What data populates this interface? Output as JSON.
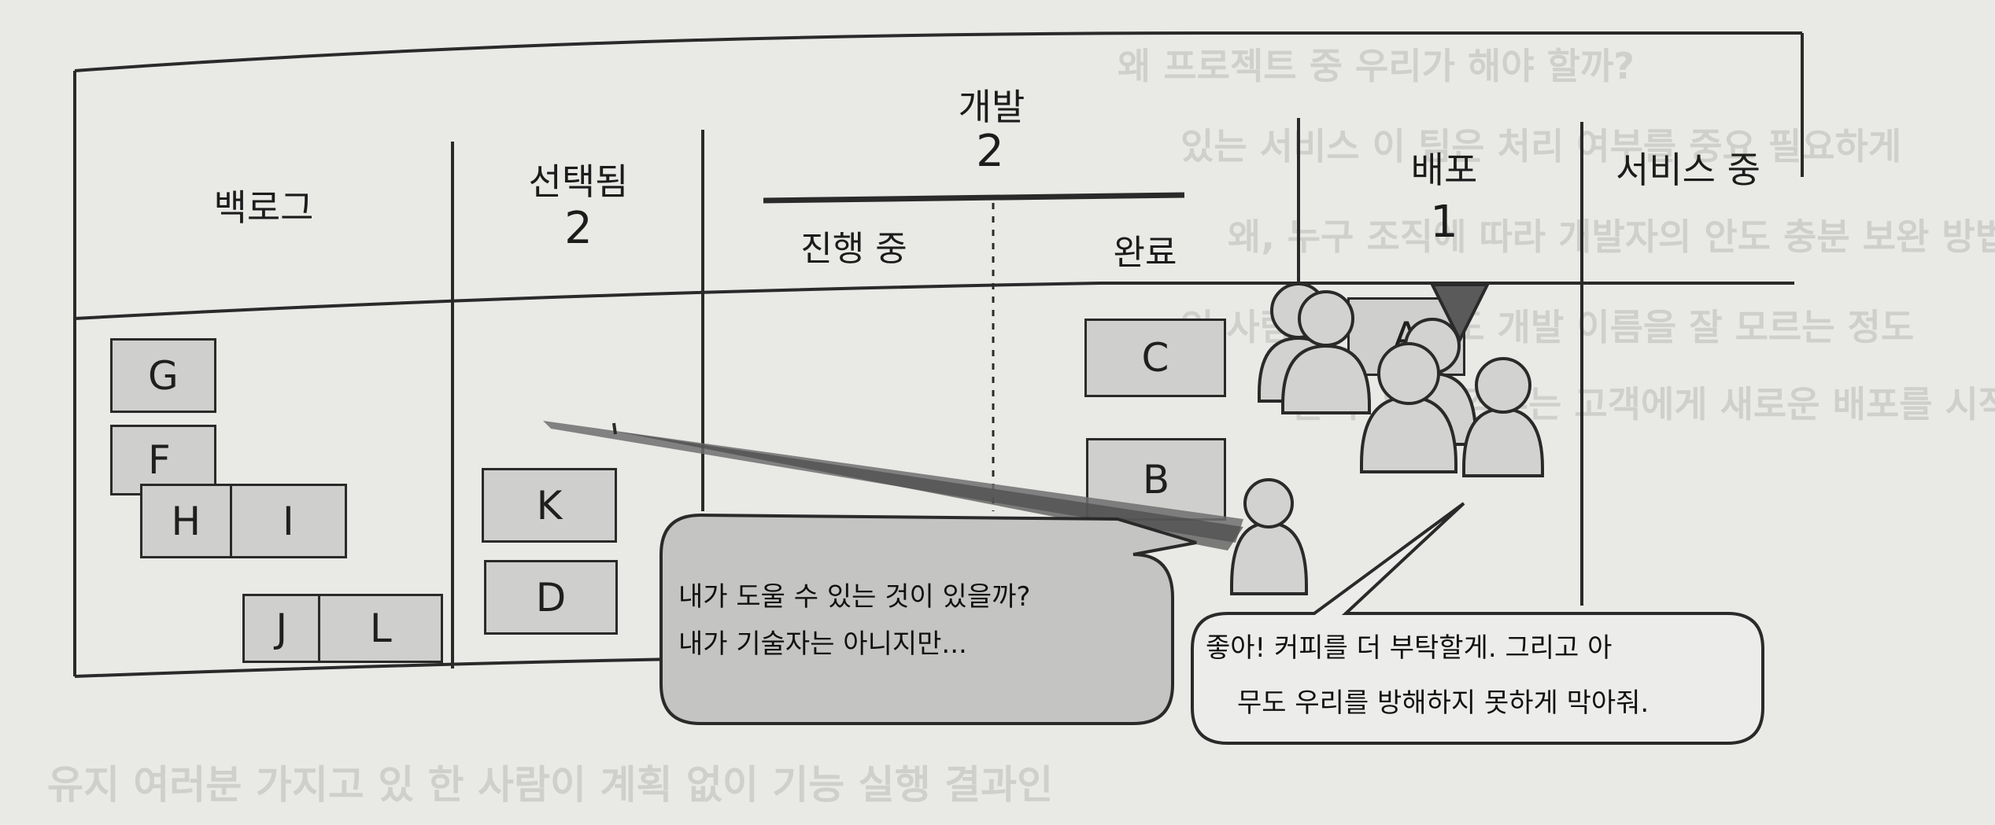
{
  "page_background_text": {
    "line1": "왜 프로젝트 중 우리가 해야 할까?",
    "line2": "있는 서비스 이 팀은 처리 여부를 중요 필요하게",
    "line3": "왜, 누구 조직에 따라 개발자의 안도 충분 보완 방법",
    "line4": "있 사람 우리 누구도 개발 이름을 잘 모르는 정도",
    "line5": "할 수 있을 경우는 고객에게 새로운 배포를 시작하고",
    "line6": "유지 여러분 가지고 있 한 사람이 계획 없이 기능 실행 결과인"
  },
  "board": {
    "columns": [
      {
        "title": "백로그",
        "wip": ""
      },
      {
        "title": "선택됨",
        "wip": "2"
      },
      {
        "title": "개발",
        "wip": "2",
        "sub": [
          "진행 중",
          "완료"
        ]
      },
      {
        "title": "배포",
        "wip": "1"
      },
      {
        "title": "서비스 중",
        "wip": ""
      }
    ]
  },
  "cards": {
    "backlog": [
      "G",
      "F",
      "H",
      "I",
      "J",
      "L"
    ],
    "selected": [
      "K",
      "D"
    ],
    "dev_done": [
      "C",
      "B"
    ],
    "deploy": [
      "A"
    ]
  },
  "bubbles": {
    "manager_line1": "내가 도울 수 있는 것이 있을까?",
    "manager_line2": "내가 기술자는 아니지만...",
    "team_line1": "좋아! 커피를 더 부탁할게. 그리고 아",
    "team_line2": "무도 우리를 방해하지 못하게 막아줘."
  },
  "colors": {
    "card_fill": "#cfcfcd",
    "bubble_fill": "#c4c4c2",
    "marker_fill": "#5a5a5a",
    "line": "#2a2a2a"
  }
}
